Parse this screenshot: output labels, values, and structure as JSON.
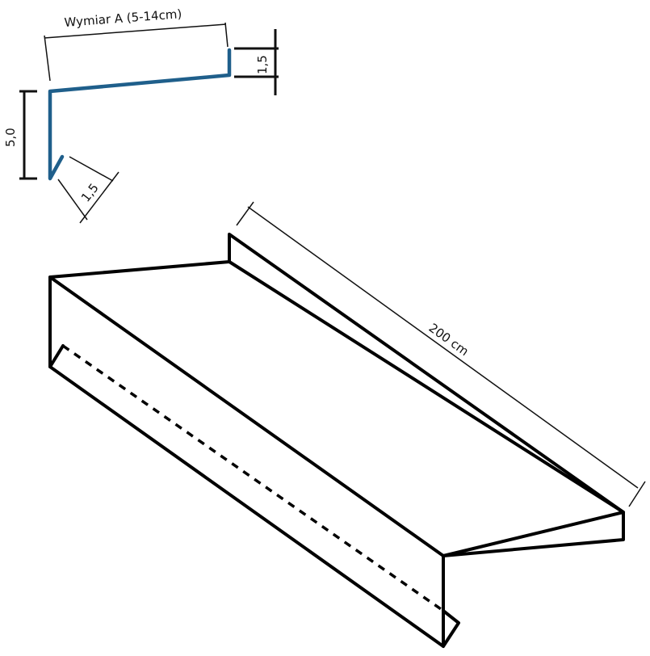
{
  "profile": {
    "width_label": "Wymiar A (5-14cm)",
    "top_flange_label": "1,5",
    "front_height_label": "5,0",
    "drip_label": "1,5",
    "profile_color": "#1f5f8b"
  },
  "sill": {
    "length_label": "200 cm"
  }
}
